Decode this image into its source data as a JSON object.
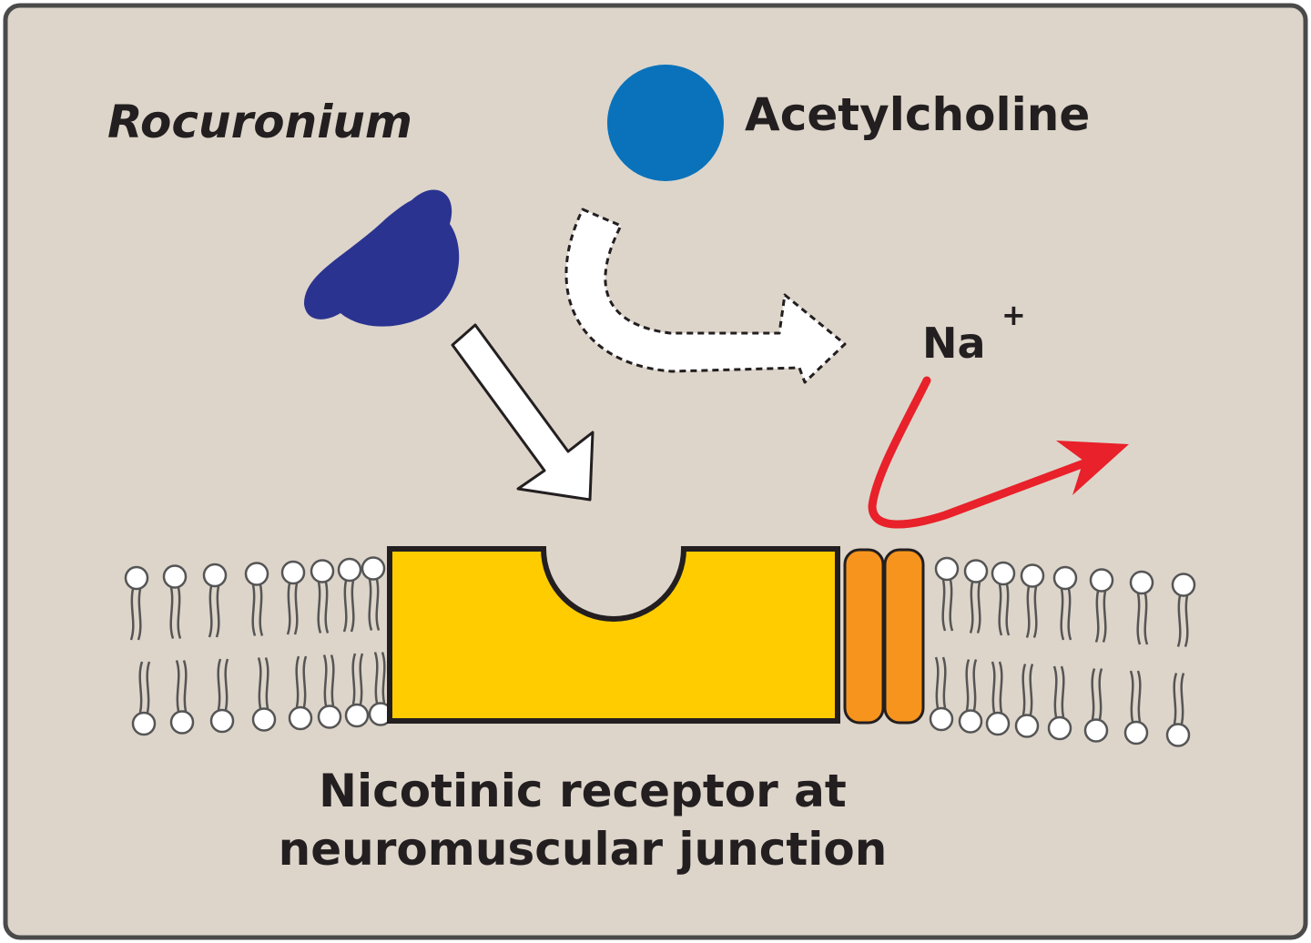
{
  "colors": {
    "panel_background": "#ddd5ca",
    "panel_border": "#4a4a4a",
    "rocuronium": "#2b3391",
    "acetylcholine": "#0a72ba",
    "receptor": "#ffcc00",
    "ion_channel": "#f7941d",
    "sodium_arrow": "#e8212a",
    "membrane_outline": "#555555",
    "text": "#231f20"
  },
  "labels": {
    "rocuronium": "Rocuronium",
    "acetylcholine": "Acetylcholine",
    "sodium_symbol": "Na",
    "sodium_charge": "+",
    "receptor_caption_line1": "Nicotinic receptor at",
    "receptor_caption_line2": "neuromuscular junction"
  },
  "icons": {
    "rocuronium_shape": "rocuronium-molecule-icon",
    "acetylcholine_shape": "acetylcholine-molecule-icon",
    "rocuronium_arrow": "binding-arrow-icon",
    "blocked_acetylcholine_arrow": "dashed-blocked-arrow-icon",
    "sodium_arrow": "sodium-flow-arrow-icon"
  }
}
